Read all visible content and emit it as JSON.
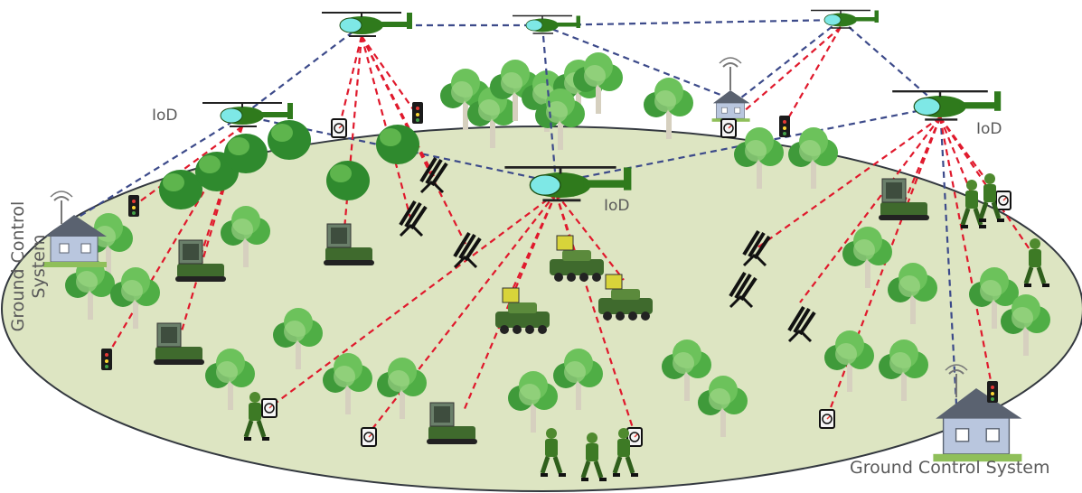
{
  "labels": {
    "iod_left": "IoD",
    "iod_center": "IoD",
    "iod_right": "IoD",
    "gcs_left_line1": "Ground Control",
    "gcs_left_line2": "System",
    "gcs_bottom": "Ground Control System"
  },
  "colors": {
    "ground": "#dde5c2",
    "ground_edge": "#33383f",
    "link_air": "#3c4a8a",
    "link_ground": "#e0192c",
    "helicopter": "#2f7a1c",
    "canopy": "#43a047",
    "canopy_light": "#b7dba0",
    "trunk": "#cfc9b8",
    "vehicle": "#3f6a2d",
    "house_roof": "#5a6270",
    "house_wall": "#b9c6de"
  },
  "icons": [
    "helicopter-icon",
    "tree-icon",
    "tank-icon",
    "missile-launcher-icon",
    "sensor-icon",
    "soldier-icon",
    "house-icon",
    "antenna-icon",
    "radar-unit-icon"
  ]
}
